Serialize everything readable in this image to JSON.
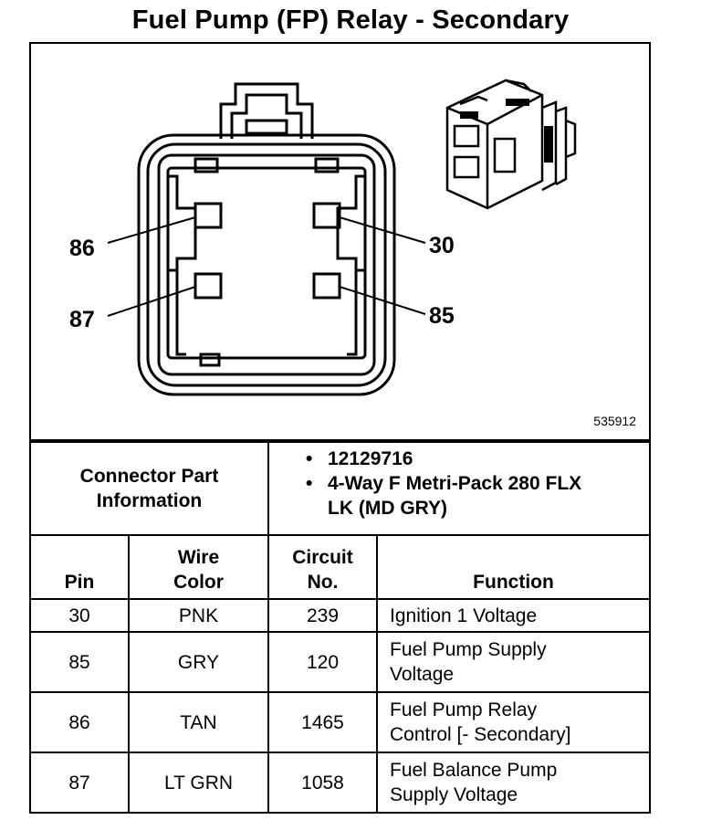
{
  "title": "Fuel Pump (FP) Relay - Secondary",
  "diagram": {
    "pin_labels": {
      "p86": "86",
      "p87": "87",
      "p30": "30",
      "p85": "85"
    },
    "figure_number": "535912"
  },
  "connector_info": {
    "label_line1": "Connector Part",
    "label_line2": "Information",
    "part_number": "12129716",
    "description_line1": "4-Way F Metri-Pack 280 FLX",
    "description_line2": "LK (MD GRY)"
  },
  "table": {
    "headers": {
      "pin": "Pin",
      "wire_color_line1": "Wire",
      "wire_color_line2": "Color",
      "circuit_line1": "Circuit",
      "circuit_line2": "No.",
      "function": "Function"
    },
    "rows": [
      {
        "pin": "30",
        "color": "PNK",
        "circuit": "239",
        "function_line1": "Ignition 1 Voltage",
        "function_line2": ""
      },
      {
        "pin": "85",
        "color": "GRY",
        "circuit": "120",
        "function_line1": "Fuel Pump Supply",
        "function_line2": "Voltage"
      },
      {
        "pin": "86",
        "color": "TAN",
        "circuit": "1465",
        "function_line1": "Fuel Pump Relay",
        "function_line2": "Control [- Secondary]"
      },
      {
        "pin": "87",
        "color": "LT GRN",
        "circuit": "1058",
        "function_line1": "Fuel Balance Pump",
        "function_line2": "Supply Voltage"
      }
    ]
  }
}
